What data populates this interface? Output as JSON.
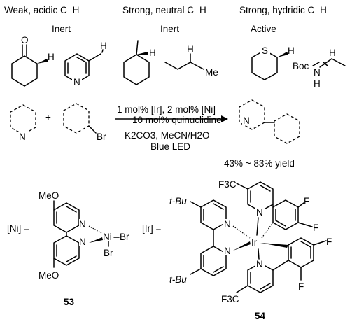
{
  "header": {
    "weak": "Weak, acidic C−H",
    "strong_neutral": "Strong, neutral C−H",
    "strong_hydridic": "Strong, hydridic C−H"
  },
  "status": {
    "inert_left": "Inert",
    "inert_mid": "Inert",
    "active": "Active"
  },
  "atoms": {
    "H": "H",
    "N": "N",
    "S": "S",
    "O": "O",
    "Br": "Br",
    "Boc": "Boc",
    "Ni": "Ni",
    "Ir": "Ir",
    "F": "F",
    "F3C": "F3C",
    "MeO": "MeO",
    "tBu": "t-Bu"
  },
  "reaction": {
    "plus": "+",
    "conditions_line1": "1 mol% [Ir], 2 mol% [Ni]",
    "conditions_line2": "10 mol% quinuclidine",
    "base": "K2CO3, MeCN/H2O",
    "light": "Blue LED",
    "yield": "43% ~ 83% yield"
  },
  "catalysts": {
    "ni_label": "[Ni] =",
    "ir_label": "[Ir] =",
    "ni_number": "53",
    "ir_number": "54"
  }
}
